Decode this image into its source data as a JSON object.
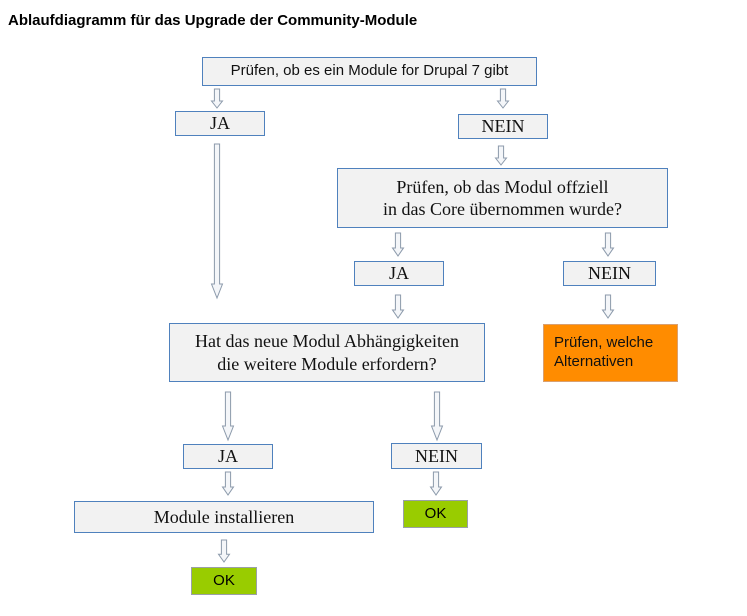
{
  "title": "Ablaufdiagramm für das Upgrade der Community-Module",
  "nodes": {
    "check_d7": {
      "text": "Prüfen, ob es ein Module for Drupal 7 gibt"
    },
    "ja_1": {
      "text": "JA"
    },
    "nein_1": {
      "text": "NEIN"
    },
    "check_core": {
      "line1": "Prüfen, ob das Modul offziell",
      "line2": "in das Core übernommen wurde?"
    },
    "ja_2": {
      "text": "JA"
    },
    "nein_2": {
      "text": "NEIN"
    },
    "alternatives": {
      "line1": "Prüfen, welche",
      "line2": "Alternativen"
    },
    "check_deps": {
      "line1": "Hat das neue Modul Abhängigkeiten",
      "line2": "die weitere Module erfordern?"
    },
    "ja_3": {
      "text": "JA"
    },
    "nein_3": {
      "text": "NEIN"
    },
    "install": {
      "text": "Module installieren"
    },
    "ok_1": {
      "text": "OK"
    },
    "ok_2": {
      "text": "OK"
    }
  },
  "colors": {
    "box_border": "#4f81bd",
    "box_fill": "#f2f2f2",
    "alternative_fill": "#ff8c00",
    "ok_fill": "#99cc00",
    "arrow_fill": "#f4f6f9",
    "arrow_stroke": "#8c9aab"
  }
}
